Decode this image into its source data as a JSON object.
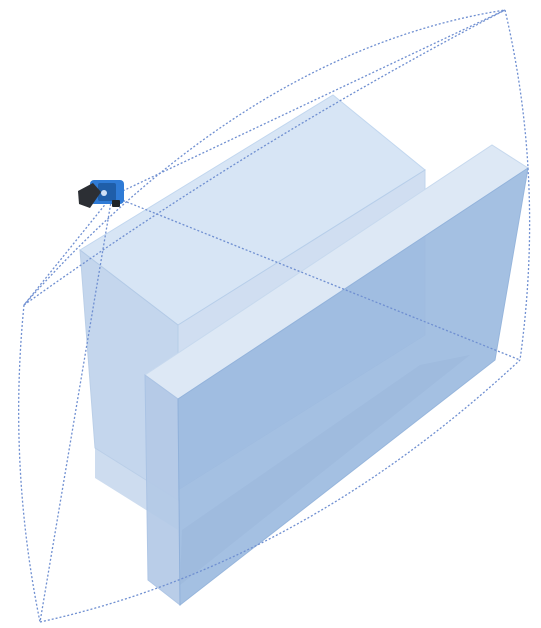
{
  "scene": {
    "background_color": "#ffffff",
    "field_of_view_line_color": "#6f8fd1",
    "box_front_color": "#9dbbe0",
    "box_top_color": "#d7e5f5",
    "box_side_color": "#bcd1eb",
    "box_rear_color": "#c8d9ef",
    "sensor_body_color": "#2c2f34",
    "sensor_accent_color": "#2f7bd6",
    "objects": [
      "rear-box",
      "front-panel",
      "sensor-device",
      "field-of-view"
    ]
  }
}
